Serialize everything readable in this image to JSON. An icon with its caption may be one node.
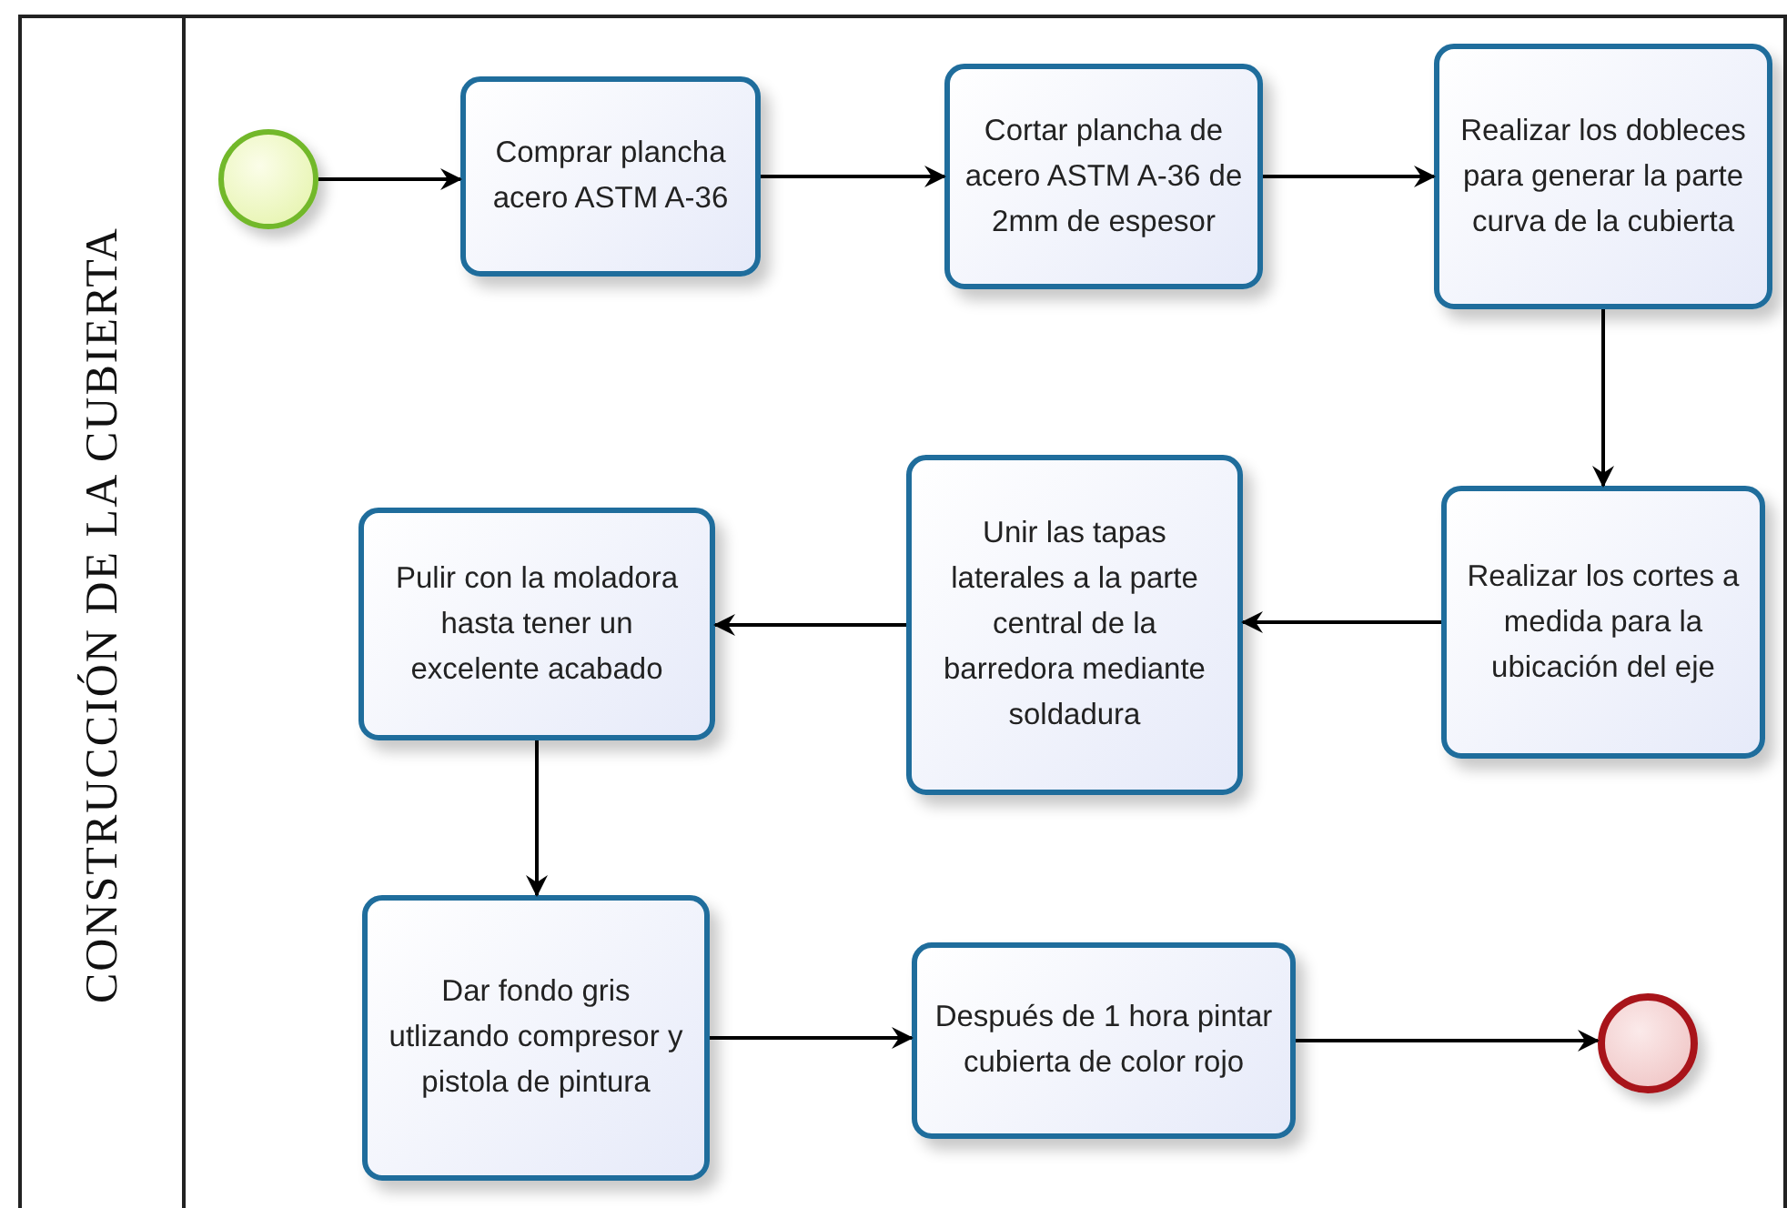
{
  "diagram": {
    "nodes": [
      {
        "text": [
          "CONSTRUCCIÓN DE LA CUBIERTA"
        ]
      },
      {
        "text": [],
        "shape": "circle",
        "in": 0
      },
      {
        "text": [
          "Comprar plancha acero ASTM A-36"
        ],
        "in": 0
      },
      {
        "text": [
          "Cortar plancha de acero ASTM A-36 de 2mm de espesor"
        ],
        "in": 0
      },
      {
        "text": [
          "Realizar los dobleces para generar la parte curva de la cubierta"
        ],
        "in": 0
      },
      {
        "text": [
          "Pulir con la moladora hasta tener un excelente acabado"
        ],
        "in": 0
      },
      {
        "text": [
          "Unir las tapas laterales a la parte central de la barredora mediante soldadura"
        ],
        "in": 0
      },
      {
        "text": [
          "Realizar los cortes a medida para la ubicación del eje"
        ],
        "in": 0
      },
      {
        "text": [
          "Dar fondo gris utlizando compresor y pistola de pintura"
        ],
        "in": 0
      },
      {
        "text": [
          "Después de 1 hora pintar cubierta de color rojo"
        ],
        "in": 0
      },
      {
        "text": [],
        "shape": "circle",
        "in": 0
      }
    ],
    "edges": [
      {
        "from": 1,
        "to": 2,
        "arrow": "to"
      },
      {
        "from": 2,
        "to": 3,
        "arrow": "to"
      },
      {
        "from": 3,
        "to": 4,
        "arrow": "to"
      },
      {
        "from": 4,
        "to": 7,
        "arrow": "to"
      },
      {
        "from": 7,
        "to": 6,
        "arrow": "to"
      },
      {
        "from": 6,
        "to": 5,
        "arrow": "to"
      },
      {
        "from": 5,
        "to": 8,
        "arrow": "to"
      },
      {
        "from": 8,
        "to": 9,
        "arrow": "to"
      },
      {
        "from": 9,
        "to": 10,
        "arrow": "to"
      }
    ]
  }
}
